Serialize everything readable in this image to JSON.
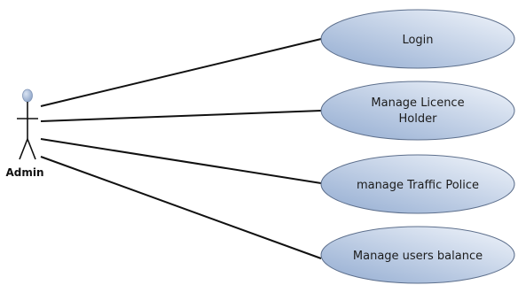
{
  "actor": {
    "name": "Admin"
  },
  "use_cases": [
    {
      "id": "login",
      "lines": [
        "Login"
      ]
    },
    {
      "id": "manage-licence-holder",
      "lines": [
        "Manage Licence",
        "Holder"
      ]
    },
    {
      "id": "manage-traffic-police",
      "lines": [
        "manage Traffic Police"
      ]
    },
    {
      "id": "manage-users-balance",
      "lines": [
        "Manage users balance"
      ]
    }
  ],
  "colors": {
    "ellipse_light": "#f1f5fb",
    "ellipse_dark": "#93acd1",
    "ellipse_stroke": "#5d6f8c",
    "actor_head_light": "#d9e3f2",
    "actor_head_dark": "#8ea5c9",
    "line": "#111111"
  }
}
